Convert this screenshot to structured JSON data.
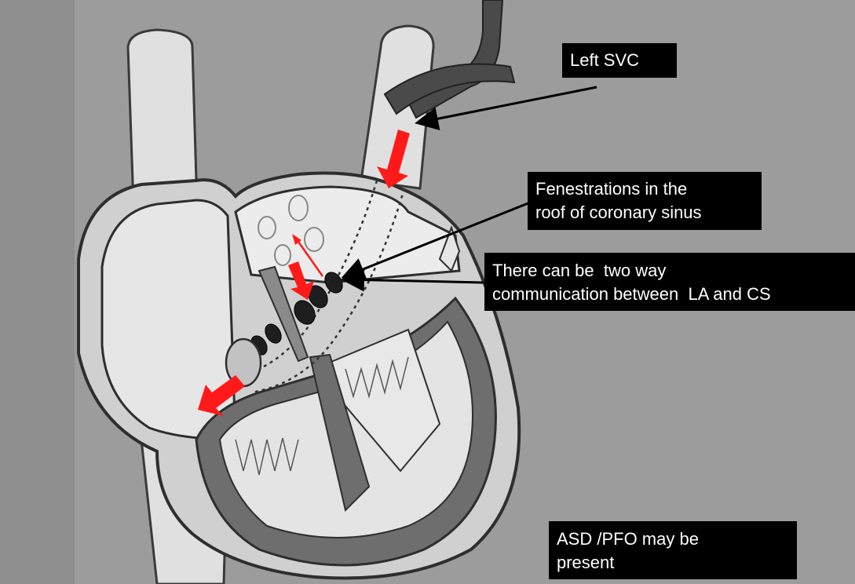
{
  "labels": {
    "left_svc": "Left SVC",
    "fenestrations": [
      "Fenestrations in the",
      "roof of coronary sinus"
    ],
    "two_way": [
      "There can be  two way",
      "communication between  LA and CS"
    ],
    "asd_pfo": [
      "ASD /PFO may be",
      "present"
    ]
  },
  "colors": {
    "background": "#9c9c9c",
    "heart_fill": "#e2e2e2",
    "heart_outline": "#3a3a3a",
    "wall_dark": "#6e6e6e",
    "flow_arrow": "#ff1a1a",
    "label_bg": "#000000",
    "label_text": "#ffffff"
  }
}
